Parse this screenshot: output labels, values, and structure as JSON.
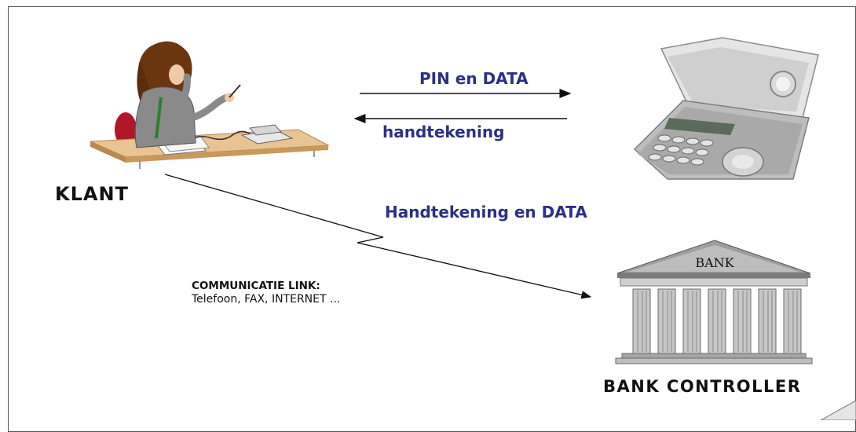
{
  "labels": {
    "klant": "KLANT",
    "pin_data": "PIN en DATA",
    "handtekening": "handtekening",
    "handtekening_data": "Handtekening en DATA",
    "comm_title": "COMMUNICATIE LINK:",
    "comm_options": "Telefoon,  FAX, INTERNET ...",
    "bank_sign": "BANK",
    "bank_controller": "BANK  CONTROLLER"
  },
  "colors": {
    "accent_text": "#2b2f86",
    "frame": "#555555"
  },
  "icons": {
    "customer": "woman-at-desk-on-phone-illustration",
    "device": "pin-signature-device",
    "bank": "bank-building-icon"
  }
}
